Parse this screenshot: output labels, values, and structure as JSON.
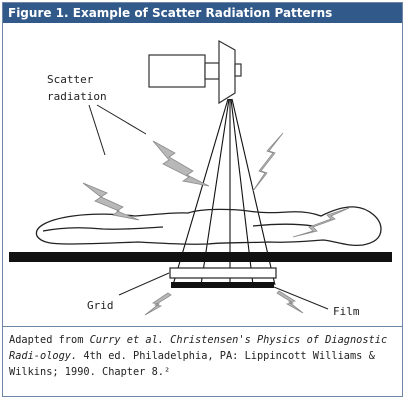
{
  "figure": {
    "title": "Figure 1. Example of Scatter Radiation Patterns",
    "labels": {
      "scatter_line1": "Scatter",
      "scatter_line2": "radiation",
      "grid": "Grid",
      "film": "Film"
    }
  },
  "caption": {
    "lead": "Adapted from ",
    "authors": "Curry et al. Christensen's Physics of Diagnostic Radi-ology.",
    "rest": " 4th ed. Philadelphia, PA: Lippincott Williams & Wilkins; 1990. Chapter 8.²"
  },
  "colors": {
    "title_bar": "#31598a",
    "title_text": "#ffffff",
    "border": "#6f86a6",
    "scatter_bolt": "#b8b8b8",
    "table": "#111111"
  },
  "icons": [
    "xray-tube-icon",
    "lightning-bolt-icon"
  ]
}
